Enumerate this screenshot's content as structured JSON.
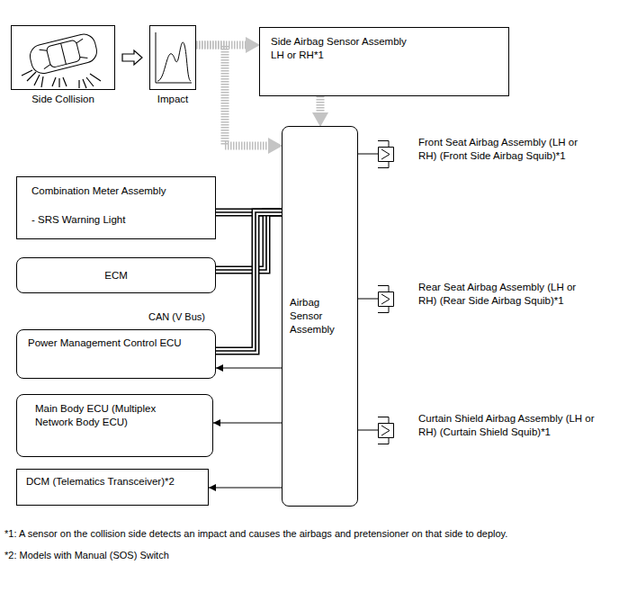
{
  "diagram": {
    "nodes": [
      {
        "text": [
          "Side Collision"
        ]
      },
      {
        "text": [
          "Impact"
        ]
      },
      {
        "text": [
          "Side Airbag Sensor Assembly LH or RH*1"
        ]
      },
      {
        "text": [
          "Combination Meter Assembly",
          "- SRS Warning Light"
        ]
      },
      {
        "text": [
          "ECM"
        ]
      },
      {
        "text": [
          "Power Management Control ECU"
        ]
      },
      {
        "text": [
          "Main Body ECU (Multiplex Network Body ECU)"
        ]
      },
      {
        "text": [
          "DCM (Telematics Transceiver)*2"
        ]
      },
      {
        "text": [
          "Airbag Sensor Assembly"
        ]
      },
      {
        "text": [
          "Front Seat Airbag Assembly (LH or RH) (Front Side Airbag Squib)*1"
        ]
      },
      {
        "text": [
          "Rear Seat Airbag Assembly (LH or RH) (Rear Side Airbag Squib)*1"
        ]
      },
      {
        "text": [
          "Curtain Shield Airbag Assembly (LH or RH) (Curtain Shield Squib)*1"
        ]
      }
    ],
    "edges": [
      {
        "from": 0,
        "to": 1,
        "arrow": "to"
      },
      {
        "from": 1,
        "to": 2,
        "arrow": "to"
      },
      {
        "from": 1,
        "to": 8,
        "arrow": "to"
      },
      {
        "from": 2,
        "to": 8,
        "arrow": "to"
      },
      {
        "from": 8,
        "to": 3,
        "arrow": "none"
      },
      {
        "from": 8,
        "to": 4,
        "arrow": "none"
      },
      {
        "from": 8,
        "to": 5,
        "arrow": "none"
      },
      {
        "from": 8,
        "to": 5,
        "arrow": "to"
      },
      {
        "from": 8,
        "to": 6,
        "arrow": "to"
      },
      {
        "from": 8,
        "to": 7,
        "arrow": "to"
      },
      {
        "from": 8,
        "to": 9,
        "arrow": "none"
      },
      {
        "from": 8,
        "to": 10,
        "arrow": "none"
      },
      {
        "from": 8,
        "to": 11,
        "arrow": "none"
      }
    ],
    "labels": [
      "CAN (V Bus)",
      "*1: A sensor on the collision side detects an impact and causes the airbags and pretensioner on that side to deploy.",
      "*2: Models with Manual (SOS) Switch"
    ]
  }
}
